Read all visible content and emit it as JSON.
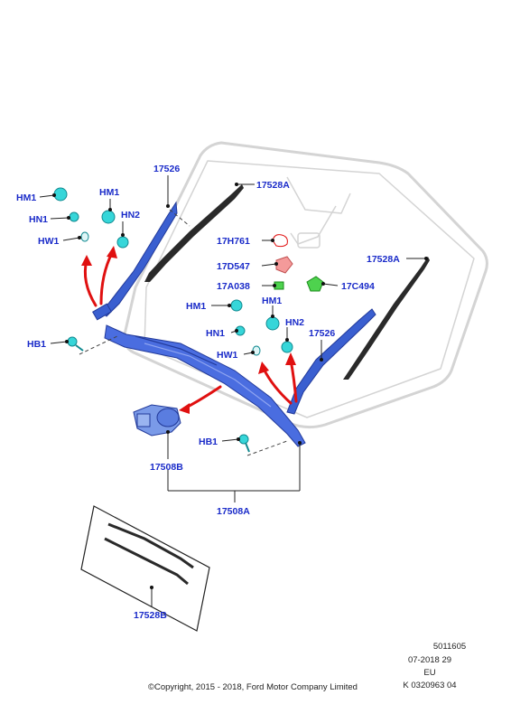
{
  "callouts": {
    "hm1_left": "HM1",
    "hm1_left_top": "HM1",
    "hn1_left": "HN1",
    "hn2_left": "HN2",
    "hw1_left": "HW1",
    "p17526_top": "17526",
    "p17528a_top": "17528A",
    "p17h761": "17H761",
    "p17d547": "17D547",
    "p17a038": "17A038",
    "p17c494": "17C494",
    "p17528a_right": "17528A",
    "hm1_mid_left": "HM1",
    "hm1_mid_right": "HM1",
    "hn1_mid": "HN1",
    "hn2_mid": "HN2",
    "hw1_mid": "HW1",
    "p17526_right": "17526",
    "hb1_left": "HB1",
    "hb1_mid": "HB1",
    "p17508b": "17508B",
    "p17508a": "17508A",
    "p17528b": "17528B"
  },
  "footer": {
    "ref_number": "5011605",
    "date_code": "07-2018 29",
    "region": "EU",
    "catalog_code": "K 0320963 04",
    "copyright": "©Copyright, 2015 - 2018, Ford Motor Company Limited"
  },
  "colors": {
    "label_blue": "#1a2bc9",
    "arm_blue": "#3a5fd0",
    "clip_cyan": "#36d6d9",
    "arrow_red": "#e01010",
    "glass_outline": "#d4d4d4",
    "blade_black": "#2a2a2a",
    "sensor_pink": "#f49a9a",
    "sensor_green": "#4ed24e"
  }
}
